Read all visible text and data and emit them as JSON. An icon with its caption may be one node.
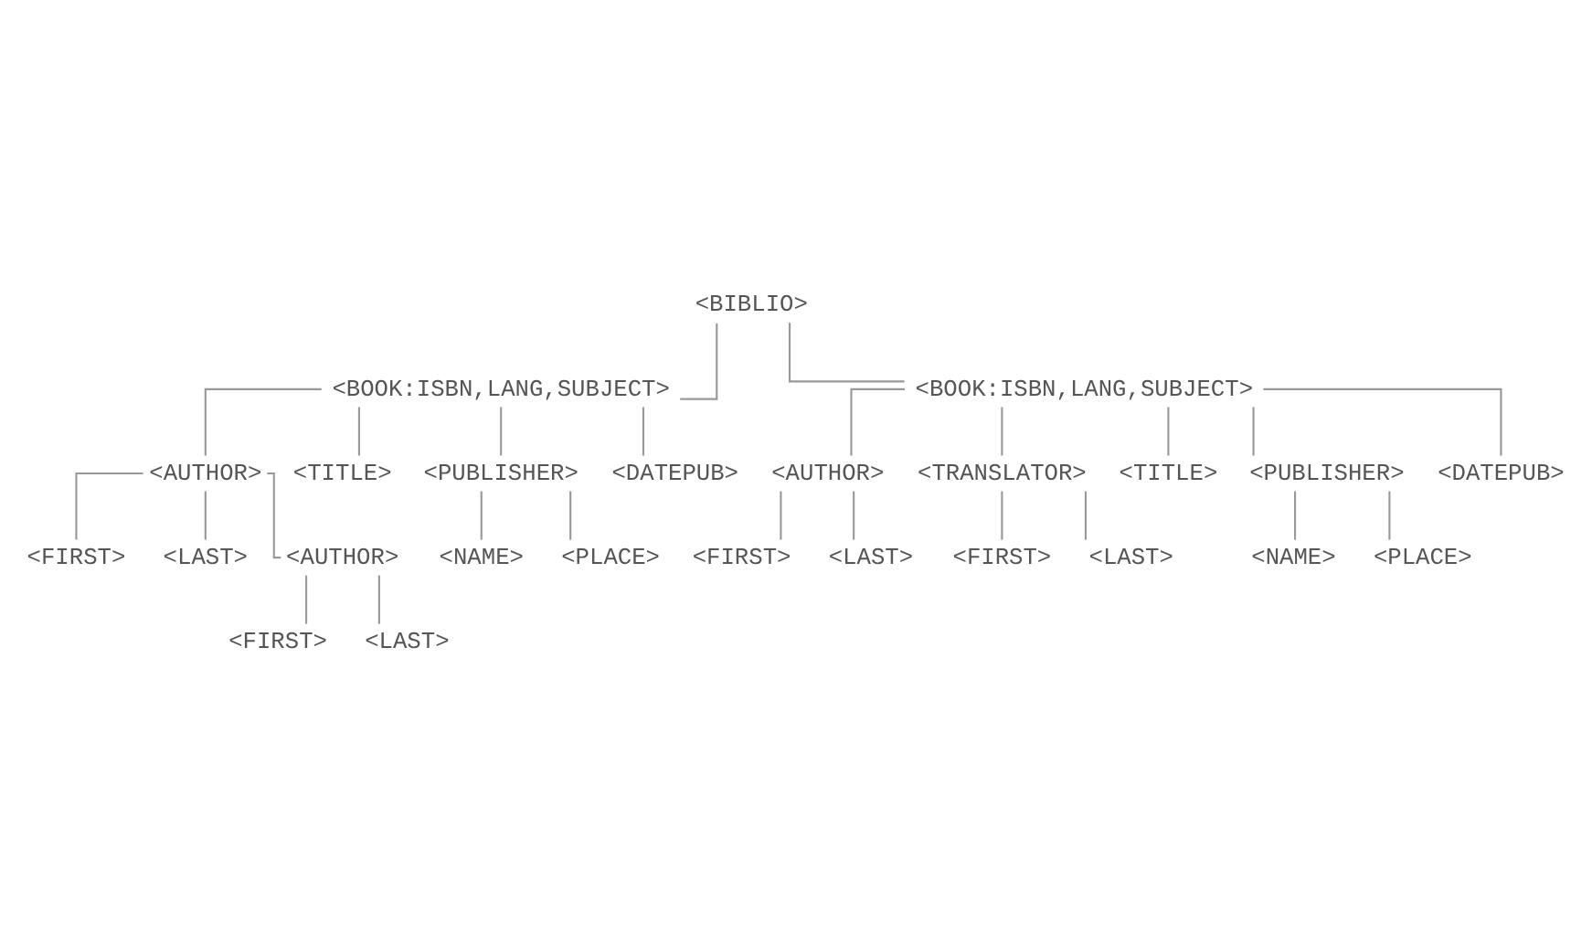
{
  "diagram": {
    "nodes": [
      {
        "text": [
          "<BIBLIO>"
        ]
      },
      {
        "text": [
          "<BOOK:ISBN,LANG,SUBJECT>"
        ]
      },
      {
        "text": [
          "<AUTHOR>"
        ]
      },
      {
        "text": [
          "<TITLE>"
        ]
      },
      {
        "text": [
          "<PUBLISHER>"
        ]
      },
      {
        "text": [
          "<DATEPUB>"
        ]
      },
      {
        "text": [
          "<FIRST>"
        ]
      },
      {
        "text": [
          "<LAST>"
        ]
      },
      {
        "text": [
          "<NAME>"
        ]
      },
      {
        "text": [
          "<PLACE>"
        ]
      },
      {
        "text": [
          "<AUTHOR>"
        ]
      },
      {
        "text": [
          "<BOOK:ISBN,LANG,SUBJECT>"
        ]
      },
      {
        "text": [
          "<FIRST>"
        ]
      },
      {
        "text": [
          "<LAST>"
        ]
      },
      {
        "text": [
          "<AUTHOR>"
        ]
      },
      {
        "text": [
          "<TRANSLATOR>"
        ]
      },
      {
        "text": [
          "<TITLE>"
        ]
      },
      {
        "text": [
          "<PUBLISHER>"
        ]
      },
      {
        "text": [
          "<DATEPUB>"
        ]
      },
      {
        "text": [
          "<FIRST>"
        ]
      },
      {
        "text": [
          "<LAST>"
        ]
      },
      {
        "text": [
          "<FIRST>"
        ]
      },
      {
        "text": [
          "<LAST>"
        ]
      },
      {
        "text": [
          "<NAME>"
        ]
      },
      {
        "text": [
          "<PLACE>"
        ]
      }
    ],
    "edges": [
      {
        "from": 0,
        "to": 1,
        "arrow": "none"
      },
      {
        "from": 0,
        "to": 11,
        "arrow": "none"
      },
      {
        "from": 1,
        "to": 2,
        "arrow": "none"
      },
      {
        "from": 1,
        "to": 3,
        "arrow": "none"
      },
      {
        "from": 1,
        "to": 4,
        "arrow": "none"
      },
      {
        "from": 1,
        "to": 5,
        "arrow": "none"
      },
      {
        "from": 2,
        "to": 6,
        "arrow": "none"
      },
      {
        "from": 2,
        "to": 10,
        "arrow": "none"
      },
      {
        "from": 2,
        "to": 7,
        "arrow": "none"
      },
      {
        "from": 4,
        "to": 8,
        "arrow": "none"
      },
      {
        "from": 4,
        "to": 9,
        "arrow": "none"
      },
      {
        "from": 10,
        "to": 12,
        "arrow": "none"
      },
      {
        "from": 10,
        "to": 13,
        "arrow": "none"
      },
      {
        "from": 11,
        "to": 14,
        "arrow": "none"
      },
      {
        "from": 11,
        "to": 15,
        "arrow": "none"
      },
      {
        "from": 11,
        "to": 16,
        "arrow": "none"
      },
      {
        "from": 11,
        "to": 17,
        "arrow": "none"
      },
      {
        "from": 11,
        "to": 18,
        "arrow": "none"
      },
      {
        "from": 14,
        "to": 19,
        "arrow": "none"
      },
      {
        "from": 14,
        "to": 20,
        "arrow": "none"
      },
      {
        "from": 15,
        "to": 21,
        "arrow": "none"
      },
      {
        "from": 15,
        "to": 22,
        "arrow": "none"
      },
      {
        "from": 17,
        "to": 23,
        "arrow": "none"
      },
      {
        "from": 17,
        "to": 24,
        "arrow": "none"
      }
    ]
  }
}
